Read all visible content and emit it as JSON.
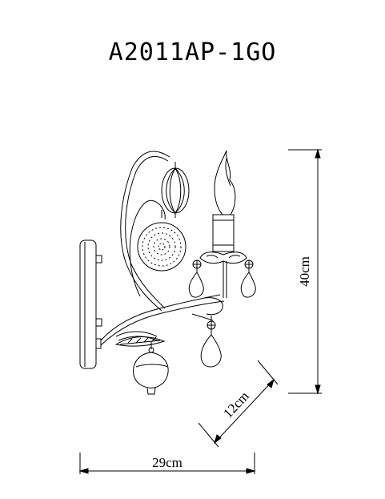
{
  "title": "A2011AP-1GO",
  "dimensions": {
    "height": "40cm",
    "width": "29cm",
    "depth": "12cm"
  }
}
